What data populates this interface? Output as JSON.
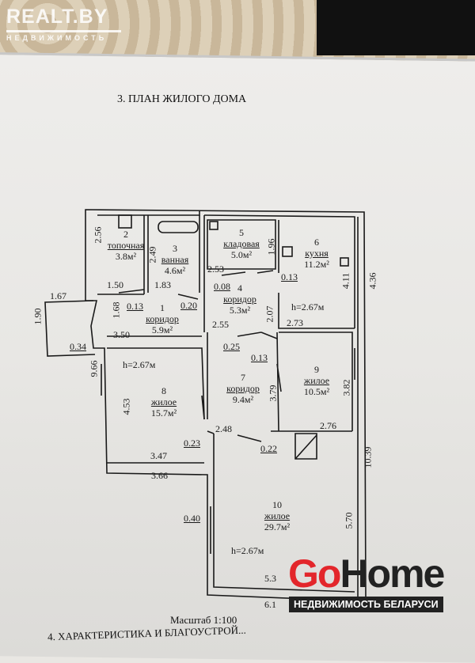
{
  "watermarks": {
    "realt_brand": "REALT.BY",
    "realt_tagline": "НЕДВИЖИМОСТЬ",
    "gohome_go": "Go",
    "gohome_home": "Home",
    "gohome_tagline": "НЕДВИЖИМОСТЬ БЕЛАРУСИ"
  },
  "document": {
    "title": "3. ПЛАН ЖИЛОГО ДОМА",
    "scale": "Масштаб 1:100",
    "next_section": "4. ХАРАКТЕРИСТИКА И БЛАГОУСТРОЙ..."
  },
  "rooms": [
    {
      "number": "1",
      "type": "коридор",
      "area": "5.9м²"
    },
    {
      "number": "2",
      "type": "топочная",
      "area": "3.8м²"
    },
    {
      "number": "3",
      "type": "ванная",
      "area": "4.6м²"
    },
    {
      "number": "4",
      "type": "коридор",
      "area": "5.3м²"
    },
    {
      "number": "5",
      "type": "кладовая",
      "area": "5.0м²"
    },
    {
      "number": "6",
      "type": "кухня",
      "area": "11.2м²"
    },
    {
      "number": "7",
      "type": "коридор",
      "area": "9.4м²"
    },
    {
      "number": "8",
      "type": "жилое",
      "area": "15.7м²"
    },
    {
      "number": "9",
      "type": "жилое",
      "area": "10.5м²"
    },
    {
      "number": "10",
      "type": "жилое",
      "area": "29.7м²"
    }
  ],
  "ceiling_height": "h=2.67м",
  "dimensions": {
    "d256": "2.56",
    "d249": "2.49",
    "d196": "1.96",
    "d411": "4.11",
    "d436": "4.36",
    "d150": "1.50",
    "d183": "1.83",
    "d253": "2.53",
    "d008": "0.08",
    "d013a": "0.13",
    "d013b": "0.13",
    "d020": "0.20",
    "d168": "1.68",
    "d207": "2.07",
    "d255": "2.55",
    "d273": "2.73",
    "d350": "3.50",
    "d167": "1.67",
    "d190": "1.90",
    "d034": "0.34",
    "d966": "9.66",
    "d025": "0.25",
    "d013c": "0.13",
    "d453": "4.53",
    "d379": "3.79",
    "d382": "3.82",
    "d248": "2.48",
    "d276": "2.76",
    "d023": "0.23",
    "d022": "0.22",
    "d347": "3.47",
    "d366": "3.66",
    "d1039": "10.39",
    "d040": "0.40",
    "d570": "5.70",
    "d53": "5.3",
    "d61": "6.1"
  }
}
